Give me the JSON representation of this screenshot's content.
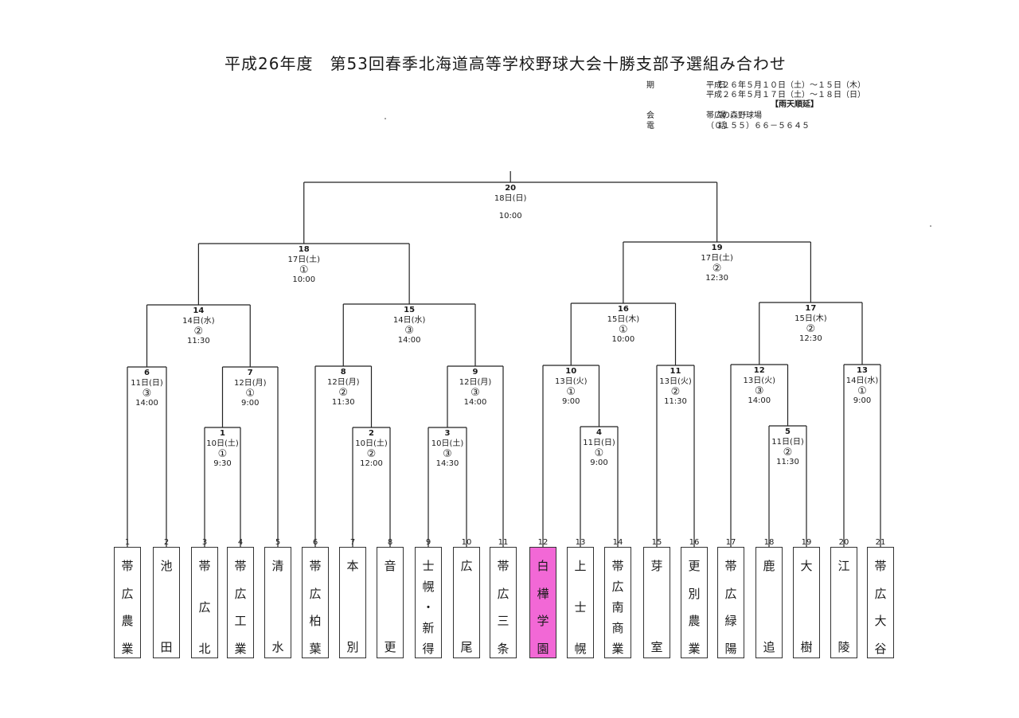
{
  "title": "平成26年度　第53回春季北海道高等学校野球大会十勝支部予選組み合わせ",
  "info": {
    "period_label": "期　　　　　　　　日",
    "period_line1": "平成２６年５月１０日（土）～１５日（木）",
    "period_line2": "平成２６年５月１７日（土）～１８日（日）",
    "rain_note": "【雨天順延】",
    "venue_label": "会　　　　　　　　場",
    "venue": "帯広の森野球場",
    "phone_label": "電　　　　　　　　話",
    "phone": "（０１５５）６６－５６４５"
  },
  "teams": [
    {
      "no": "1",
      "name": "帯広農業",
      "highlight": false
    },
    {
      "no": "2",
      "name": "池田",
      "highlight": false
    },
    {
      "no": "3",
      "name": "帯広北",
      "highlight": false
    },
    {
      "no": "4",
      "name": "帯広工業",
      "highlight": false
    },
    {
      "no": "5",
      "name": "清水",
      "highlight": false
    },
    {
      "no": "6",
      "name": "帯広柏葉",
      "highlight": false
    },
    {
      "no": "7",
      "name": "本別",
      "highlight": false
    },
    {
      "no": "8",
      "name": "音更",
      "highlight": false
    },
    {
      "no": "9",
      "name": "士幌・新得",
      "highlight": false
    },
    {
      "no": "10",
      "name": "広尾",
      "highlight": false
    },
    {
      "no": "11",
      "name": "帯広三条",
      "highlight": false
    },
    {
      "no": "12",
      "name": "白樺学園",
      "highlight": true
    },
    {
      "no": "13",
      "name": "上士幌",
      "highlight": false
    },
    {
      "no": "14",
      "name": "帯広南商業",
      "highlight": false
    },
    {
      "no": "15",
      "name": "芽室",
      "highlight": false
    },
    {
      "no": "16",
      "name": "更別農業",
      "highlight": false
    },
    {
      "no": "17",
      "name": "帯広緑陽",
      "highlight": false
    },
    {
      "no": "18",
      "name": "鹿追",
      "highlight": false
    },
    {
      "no": "19",
      "name": "大樹",
      "highlight": false
    },
    {
      "no": "20",
      "name": "江陵",
      "highlight": false
    },
    {
      "no": "21",
      "name": "帯広大谷",
      "highlight": false
    }
  ],
  "matches": [
    {
      "no": "1",
      "date": "10日(土)",
      "field": "①",
      "time": "9:30"
    },
    {
      "no": "2",
      "date": "10日(土)",
      "field": "②",
      "time": "12:00"
    },
    {
      "no": "3",
      "date": "10日(土)",
      "field": "③",
      "time": "14:30"
    },
    {
      "no": "4",
      "date": "11日(日)",
      "field": "①",
      "time": "9:00"
    },
    {
      "no": "5",
      "date": "11日(日)",
      "field": "②",
      "time": "11:30"
    },
    {
      "no": "6",
      "date": "11日(日)",
      "field": "③",
      "time": "14:00"
    },
    {
      "no": "7",
      "date": "12日(月)",
      "field": "①",
      "time": "9:00"
    },
    {
      "no": "8",
      "date": "12日(月)",
      "field": "②",
      "time": "11:30"
    },
    {
      "no": "9",
      "date": "12日(月)",
      "field": "③",
      "time": "14:00"
    },
    {
      "no": "10",
      "date": "13日(火)",
      "field": "①",
      "time": "9:00"
    },
    {
      "no": "11",
      "date": "13日(火)",
      "field": "②",
      "time": "11:30"
    },
    {
      "no": "12",
      "date": "13日(火)",
      "field": "③",
      "time": "14:00"
    },
    {
      "no": "13",
      "date": "14日(水)",
      "field": "①",
      "time": "9:00"
    },
    {
      "no": "14",
      "date": "14日(水)",
      "field": "②",
      "time": "11:30"
    },
    {
      "no": "15",
      "date": "14日(水)",
      "field": "③",
      "time": "14:00"
    },
    {
      "no": "16",
      "date": "15日(木)",
      "field": "①",
      "time": "10:00"
    },
    {
      "no": "17",
      "date": "15日(木)",
      "field": "②",
      "time": "12:30"
    },
    {
      "no": "18",
      "date": "17日(土)",
      "field": "①",
      "time": "10:00"
    },
    {
      "no": "19",
      "date": "17日(土)",
      "field": "②",
      "time": "12:30"
    },
    {
      "no": "20",
      "date": "18日(日)",
      "field": "",
      "time": "10:00"
    }
  ]
}
